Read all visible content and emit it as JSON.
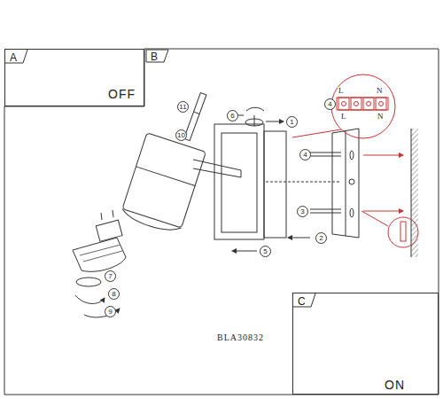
{
  "diagram": {
    "nodes": [
      {
        "text": [
          "A",
          "OFF"
        ]
      },
      {
        "text": [
          "B"
        ]
      },
      {
        "text": [
          "C",
          "ON"
        ]
      }
    ],
    "labels": [
      "11",
      "10",
      "6",
      "1",
      "4",
      "3",
      "2",
      "5",
      "7",
      "8",
      "9",
      "4",
      "L",
      "N",
      "L",
      "N",
      "BLA30832"
    ]
  }
}
